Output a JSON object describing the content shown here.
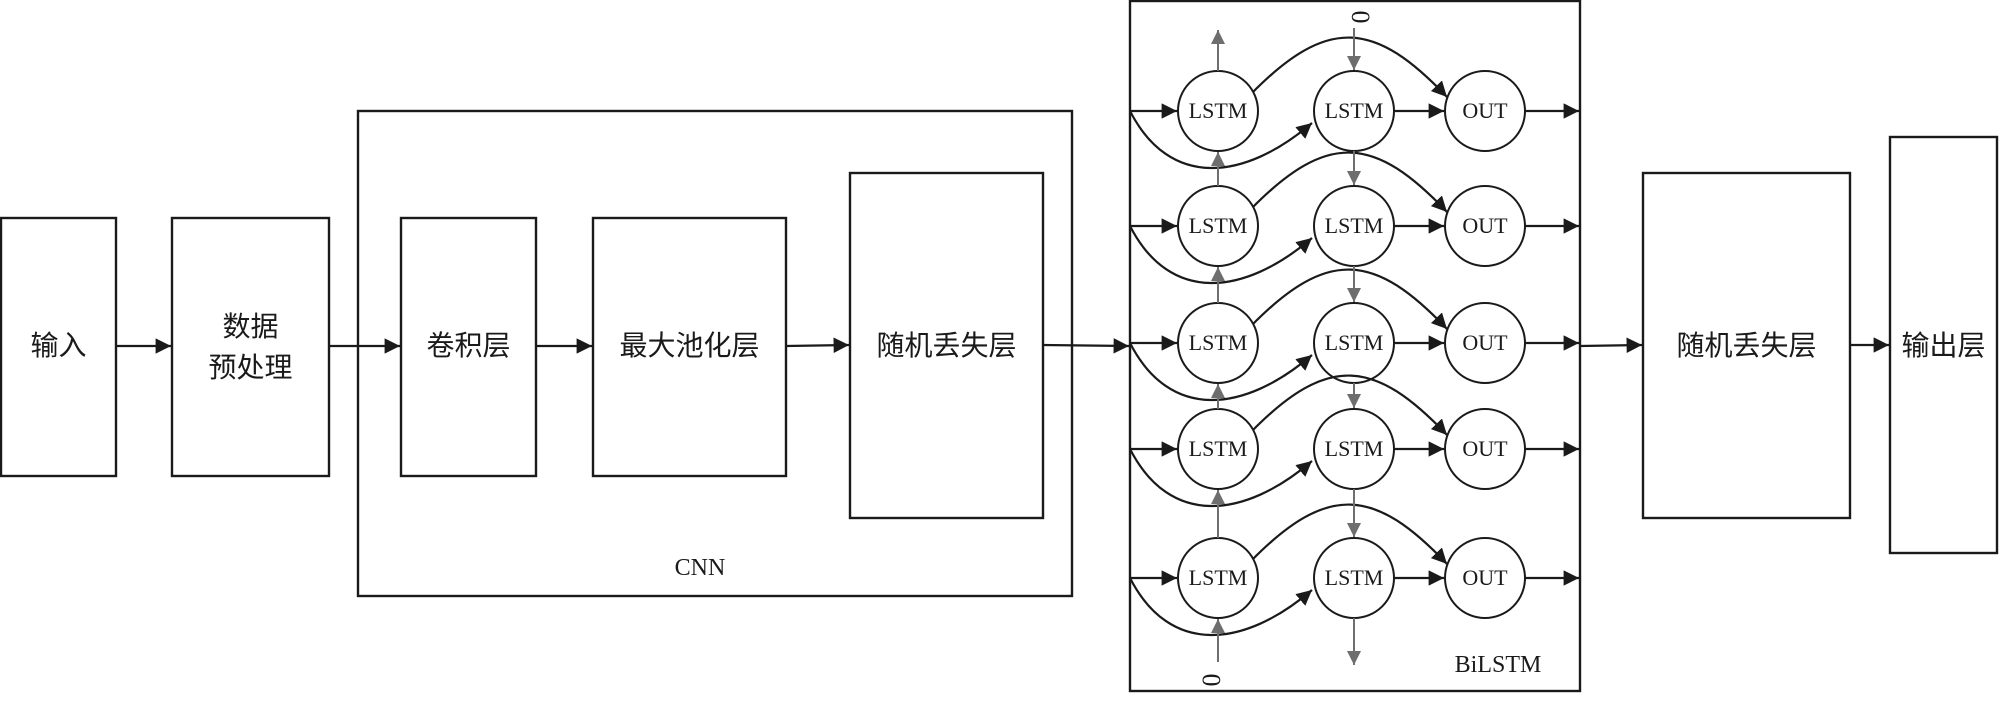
{
  "blocks": {
    "input": "输入",
    "preprocess_line1": "数据",
    "preprocess_line2": "预处理",
    "conv": "卷积层",
    "maxpool": "最大池化层",
    "dropout_cnn": "随机丢失层",
    "dropout_out": "随机丢失层",
    "output": "输出层"
  },
  "groups": {
    "cnn": "CNN",
    "bilstm": "BiLSTM"
  },
  "nodes": {
    "lstm": "LSTM",
    "out": "OUT"
  },
  "initial_state": "0",
  "bilstm_rows": 5
}
